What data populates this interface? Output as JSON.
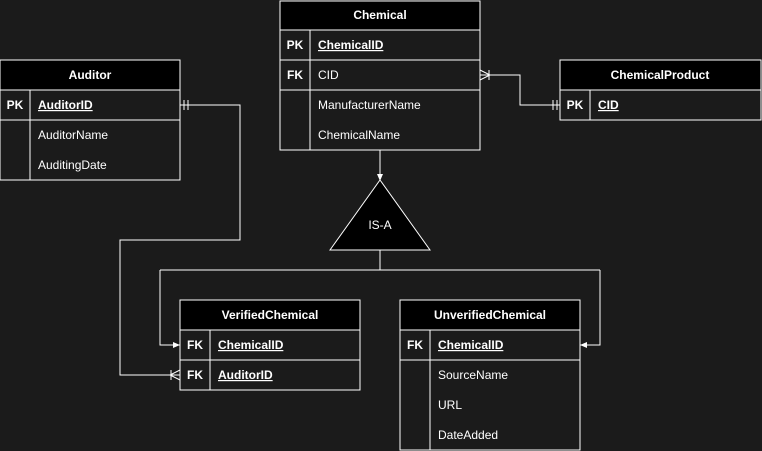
{
  "entities": {
    "chemical": {
      "title": "Chemical",
      "rows": [
        {
          "key": "PK",
          "name": "ChemicalID"
        },
        {
          "key": "FK",
          "name": "CID"
        },
        {
          "key": "",
          "name": "ManufacturerName"
        },
        {
          "key": "",
          "name": "ChemicalName"
        }
      ]
    },
    "auditor": {
      "title": "Auditor",
      "rows": [
        {
          "key": "PK",
          "name": "AuditorID"
        },
        {
          "key": "",
          "name": "AuditorName"
        },
        {
          "key": "",
          "name": "AuditingDate"
        }
      ]
    },
    "chemical_product": {
      "title": "ChemicalProduct",
      "rows": [
        {
          "key": "PK",
          "name": "CID"
        }
      ]
    },
    "verified_chemical": {
      "title": "VerifiedChemical",
      "rows": [
        {
          "key": "FK",
          "name": "ChemicalID"
        },
        {
          "key": "FK",
          "name": "AuditorID"
        }
      ]
    },
    "unverified_chemical": {
      "title": "UnverifiedChemical",
      "rows": [
        {
          "key": "FK",
          "name": "ChemicalID"
        },
        {
          "key": "",
          "name": "SourceName"
        },
        {
          "key": "",
          "name": "URL"
        },
        {
          "key": "",
          "name": "DateAdded"
        }
      ]
    }
  },
  "isa": {
    "label": "IS-A"
  },
  "colors": {
    "background": "#1b1b1b",
    "line": "#ffffff",
    "header_fill": "#000000"
  }
}
